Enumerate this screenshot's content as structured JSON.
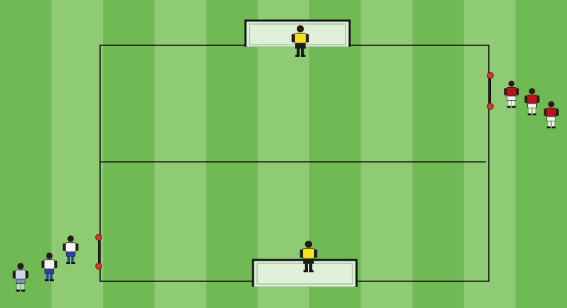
{
  "colors": {
    "stripe_dark": "#6fba55",
    "stripe_light": "#8fcb74",
    "line": "#111111",
    "goal_fill": "#dff0d8",
    "cone": "#d23a2e",
    "goalkeeper_shirt": "#f2e21b",
    "red_team_shirt": "#b8141d",
    "blue_team_shirt": "#2a47a8",
    "white_shorts": "#f4f4f4"
  },
  "drill": {
    "stripes": 11,
    "goalkeepers": [
      {
        "team": "goalkeeper",
        "goal": "top"
      },
      {
        "team": "goalkeeper",
        "goal": "bottom"
      }
    ],
    "red_team": {
      "players": 3,
      "side": "right"
    },
    "blue_team": {
      "players": 3,
      "side": "left"
    },
    "cone_gates": [
      {
        "side": "right",
        "cones": 2
      },
      {
        "side": "left",
        "cones": 2
      }
    ]
  }
}
